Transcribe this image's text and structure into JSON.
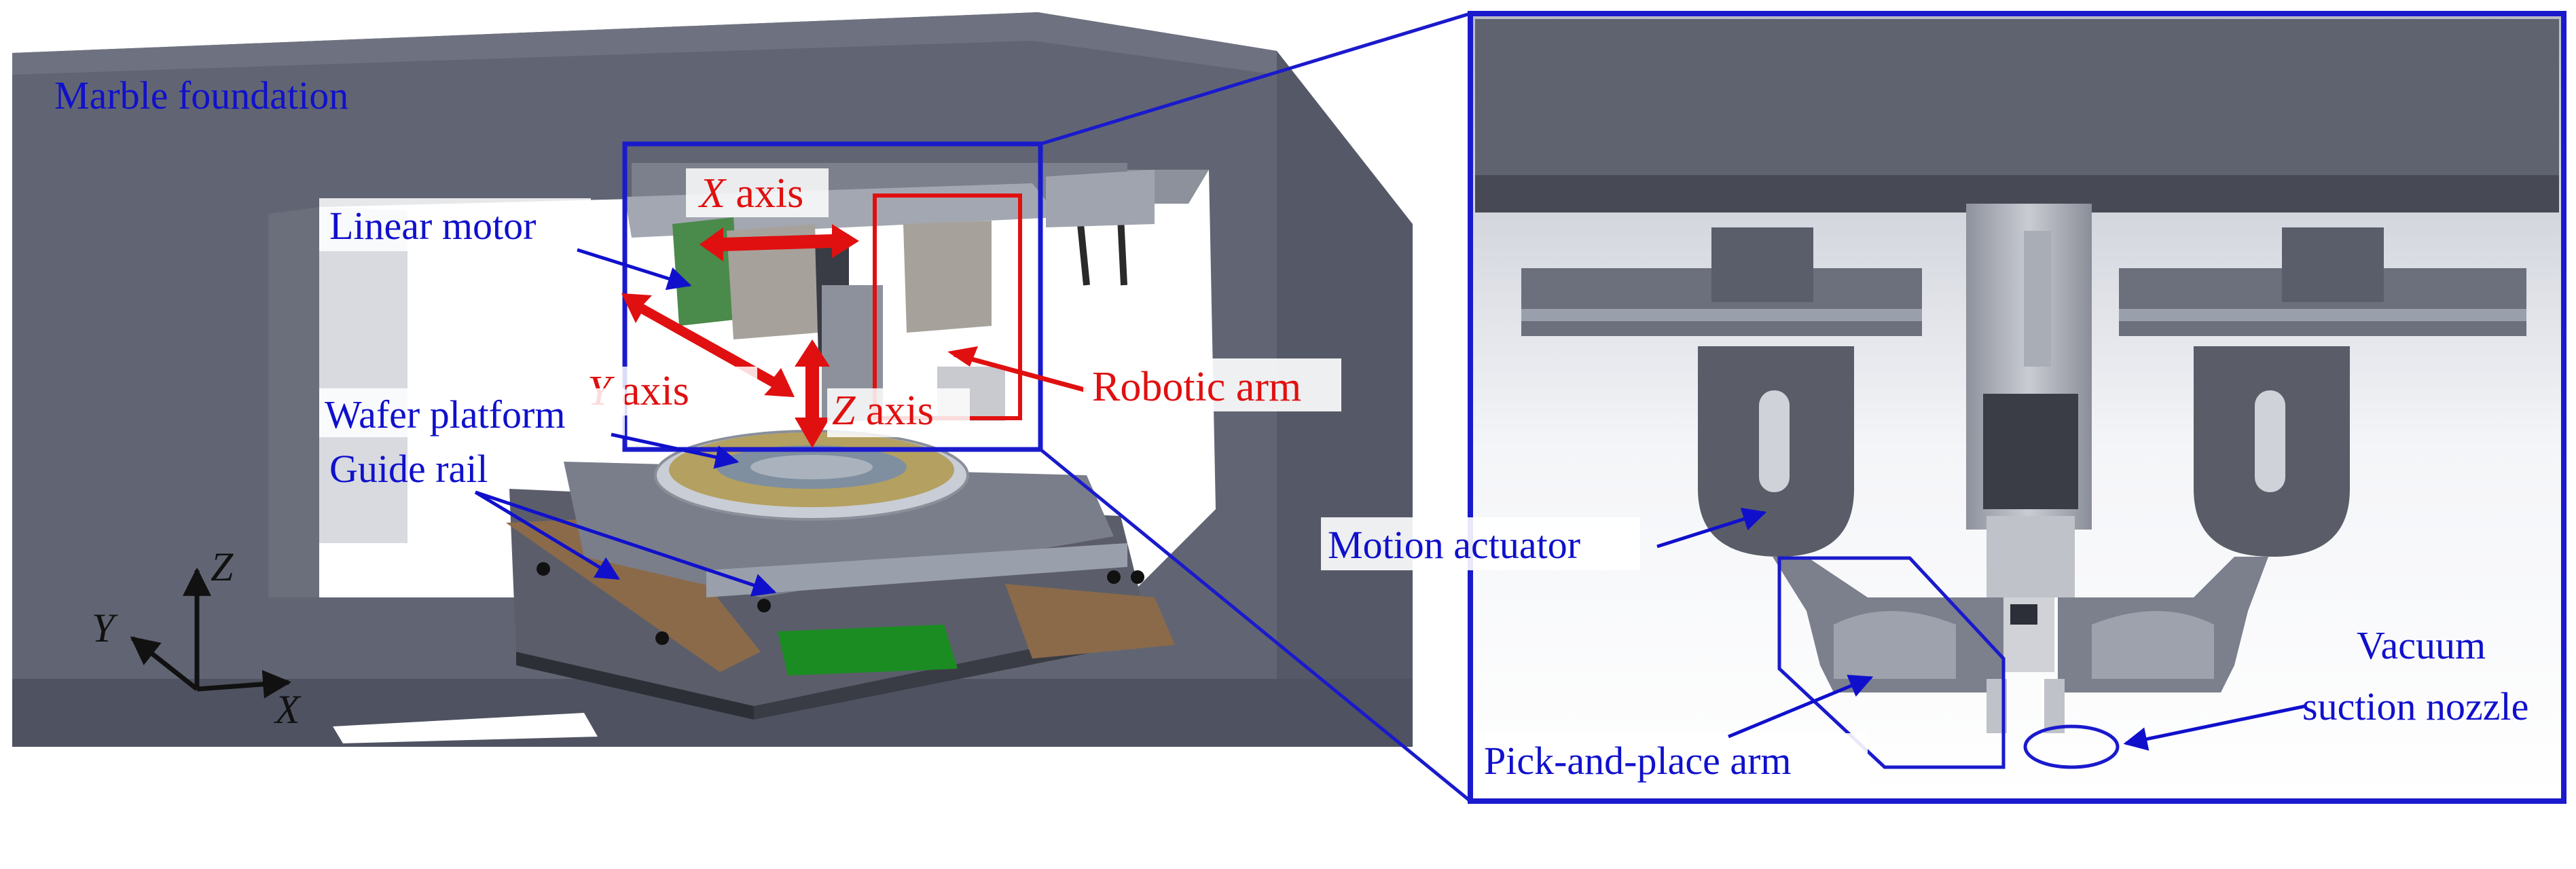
{
  "labels": {
    "marble_foundation": "Marble foundation",
    "linear_motor": "Linear motor",
    "x_axis_italic": "X",
    "x_axis_word": " axis",
    "y_axis_italic": "Y",
    "y_axis_word": " axis",
    "z_axis_italic": "Z",
    "z_axis_word": " axis",
    "robotic_arm": "Robotic arm",
    "wafer_platform": "Wafer platform",
    "guide_rail": "Guide rail",
    "motion_actuator": "Motion actuator",
    "pick_and_place_arm": "Pick-and-place arm",
    "vacuum_line1": "Vacuum",
    "vacuum_line2": "suction nozzle"
  },
  "coord_axes": {
    "z": "Z",
    "y": "Y",
    "x": "X"
  },
  "colors": {
    "label_blue": "#1010cc",
    "label_red": "#e01010",
    "frame_blue": "#1a1acc",
    "machine_gray": "#5f6370"
  }
}
